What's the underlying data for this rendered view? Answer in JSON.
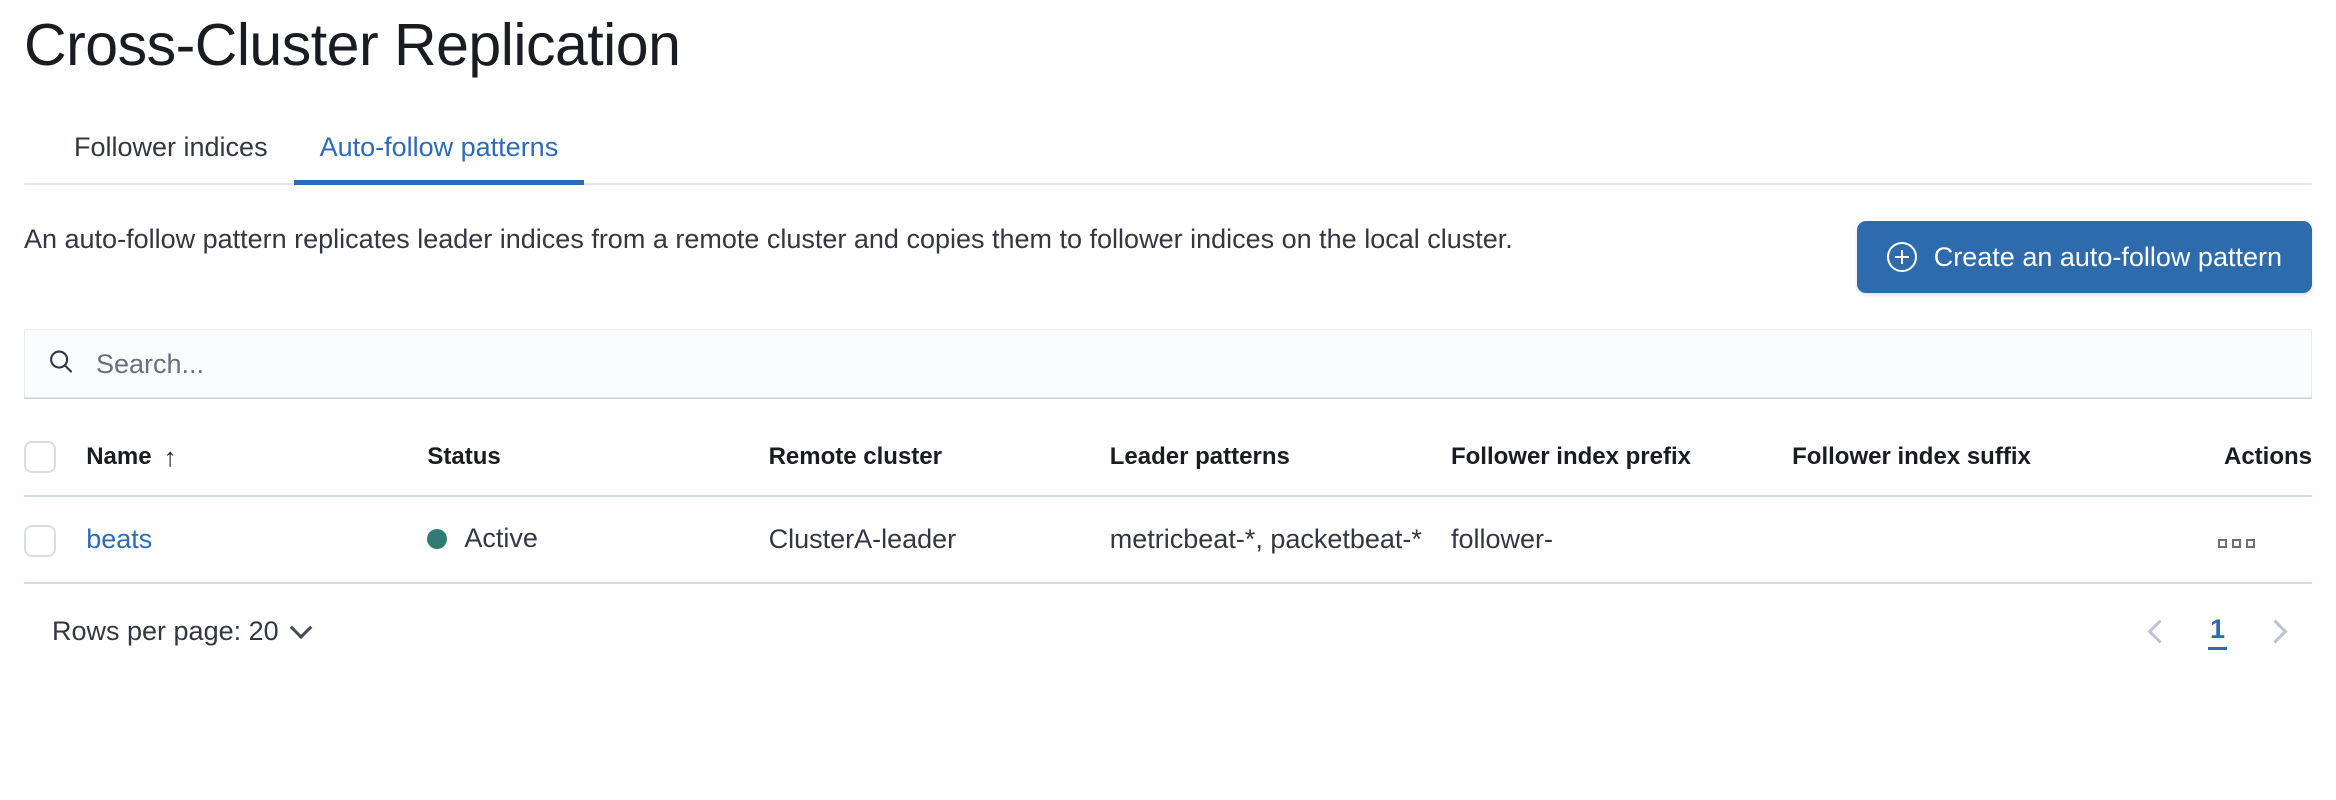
{
  "page": {
    "title": "Cross-Cluster Replication"
  },
  "tabs": [
    {
      "label": "Follower indices",
      "active": false
    },
    {
      "label": "Auto-follow patterns",
      "active": true
    }
  ],
  "intro": {
    "description": "An auto-follow pattern replicates leader indices from a remote cluster and copies them to follower indices on the local cluster.",
    "cta_label": "Create an auto-follow pattern",
    "cta_icon": "plus-in-circle-icon",
    "cta_color": "#2D6BAD"
  },
  "search": {
    "value": "",
    "placeholder": "Search...",
    "icon": "search-icon"
  },
  "table": {
    "columns": [
      {
        "key": "select",
        "label": ""
      },
      {
        "key": "name",
        "label": "Name",
        "sort": "asc",
        "sort_icon": "arrow-up-icon"
      },
      {
        "key": "status",
        "label": "Status"
      },
      {
        "key": "remote_cluster",
        "label": "Remote cluster"
      },
      {
        "key": "leader_patterns",
        "label": "Leader patterns"
      },
      {
        "key": "follower_index_prefix",
        "label": "Follower index prefix"
      },
      {
        "key": "follower_index_suffix",
        "label": "Follower index suffix"
      },
      {
        "key": "actions",
        "label": "Actions"
      }
    ],
    "rows": [
      {
        "name": "beats",
        "status": "Active",
        "status_color": "#2F7D72",
        "remote_cluster": "ClusterA-leader",
        "leader_patterns": "metricbeat-*, packetbeat-*",
        "follower_index_prefix": "follower-",
        "follower_index_suffix": "",
        "actions_icon": "more-actions-icon"
      }
    ]
  },
  "footer": {
    "rows_per_page_label": "Rows per page: 20",
    "rows_per_page_icon": "chevron-down-icon",
    "prev_icon": "chevron-left-icon",
    "next_icon": "chevron-right-icon",
    "current_page": "1"
  },
  "colors": {
    "accent_blue": "#2B6CB8",
    "status_green": "#2F7D72",
    "border": "#D3DAE6"
  }
}
